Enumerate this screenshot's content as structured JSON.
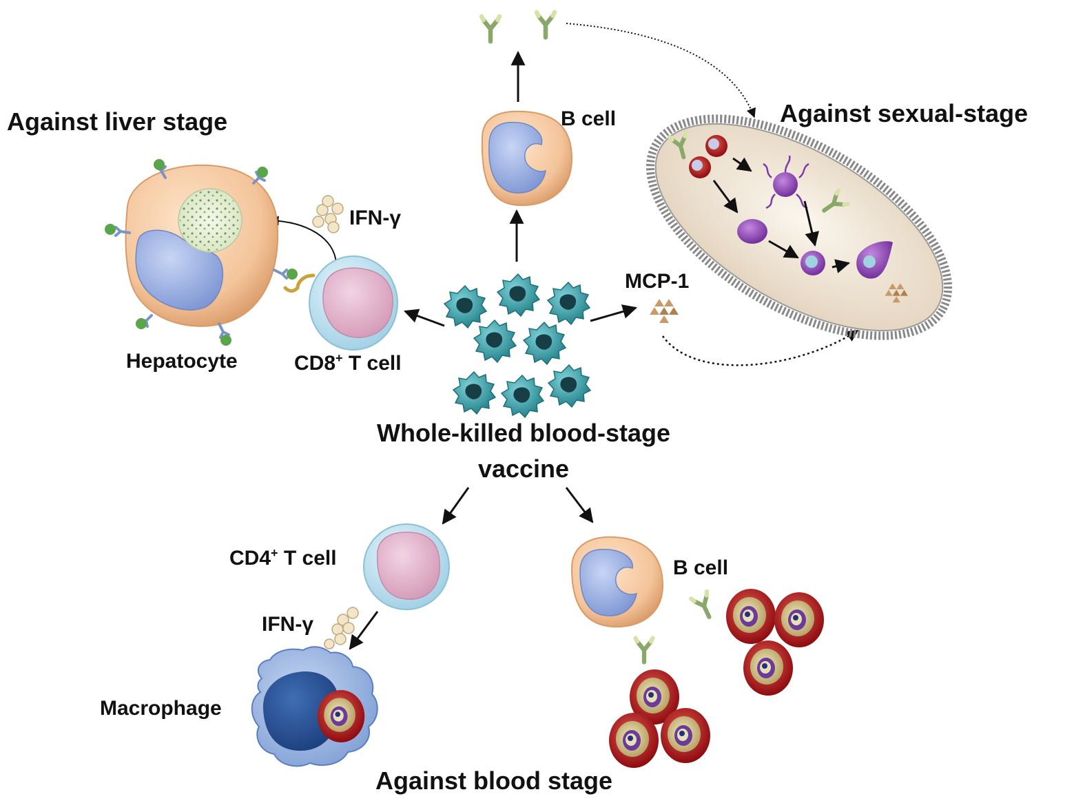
{
  "headings": {
    "liver": "Against liver stage",
    "sexual": "Against sexual-stage",
    "blood": "Against blood stage"
  },
  "vaccine": {
    "line1": "Whole-killed blood-stage",
    "line2": "vaccine"
  },
  "cells": {
    "b_cell_top": "B cell",
    "b_cell_bottom": "B cell",
    "hepatocyte": "Hepatocyte",
    "cd8_base": "CD8",
    "cd8_sup": "+",
    "cd8_rest": " T cell",
    "cd4_base": "CD4",
    "cd4_sup": "+",
    "cd4_rest": " T cell",
    "macrophage": "Macrophage"
  },
  "molecules": {
    "ifn_top": "IFN-γ",
    "ifn_bottom": "IFN-γ",
    "mcp1": "MCP-1"
  },
  "colors": {
    "cell_peach": "#f4c49a",
    "nucleus_blue": "#8fa8e0",
    "tcell_outer": "#bfe3f2",
    "tcell_inner": "#e3b7cf",
    "vaccine_teal": "#3a9fa8",
    "rbc_red": "#c4141a",
    "antibody_green": "#9cba7a",
    "purple": "#8e44b5"
  }
}
